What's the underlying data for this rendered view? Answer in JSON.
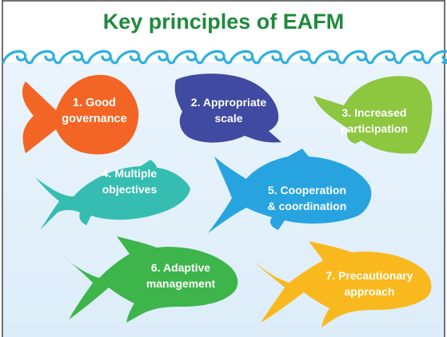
{
  "title": "Key principles of EAFM",
  "colors": {
    "title": "#1f8a3c",
    "water": "#dcedf9",
    "water_top": "#eaf4fc",
    "waves": "#2eb0e0",
    "frame": "#444444",
    "label": "#ffffff"
  },
  "principles": [
    {
      "line1": "1. Good",
      "line2": "governance",
      "color": "#f26524",
      "shape": "round-fish"
    },
    {
      "line1": "2. Appropriate",
      "line2": "scale",
      "color": "#3f4aa0",
      "shape": "angelfish"
    },
    {
      "line1": "3. Increased",
      "line2": "participation",
      "color": "#8dc63f",
      "shape": "surgeonfish"
    },
    {
      "line1": "4. Multiple",
      "line2": "objectives",
      "color": "#36bdb1",
      "shape": "jack-fish"
    },
    {
      "line1": "5. Cooperation",
      "line2": "& coordination",
      "color": "#27a4e0",
      "shape": "trevally"
    },
    {
      "line1": "6. Adaptive",
      "line2": "management",
      "color": "#3db54a",
      "shape": "tuna"
    },
    {
      "line1": "7. Precautionary",
      "line2": "approach",
      "color": "#f9b91e",
      "shape": "tuna"
    }
  ]
}
